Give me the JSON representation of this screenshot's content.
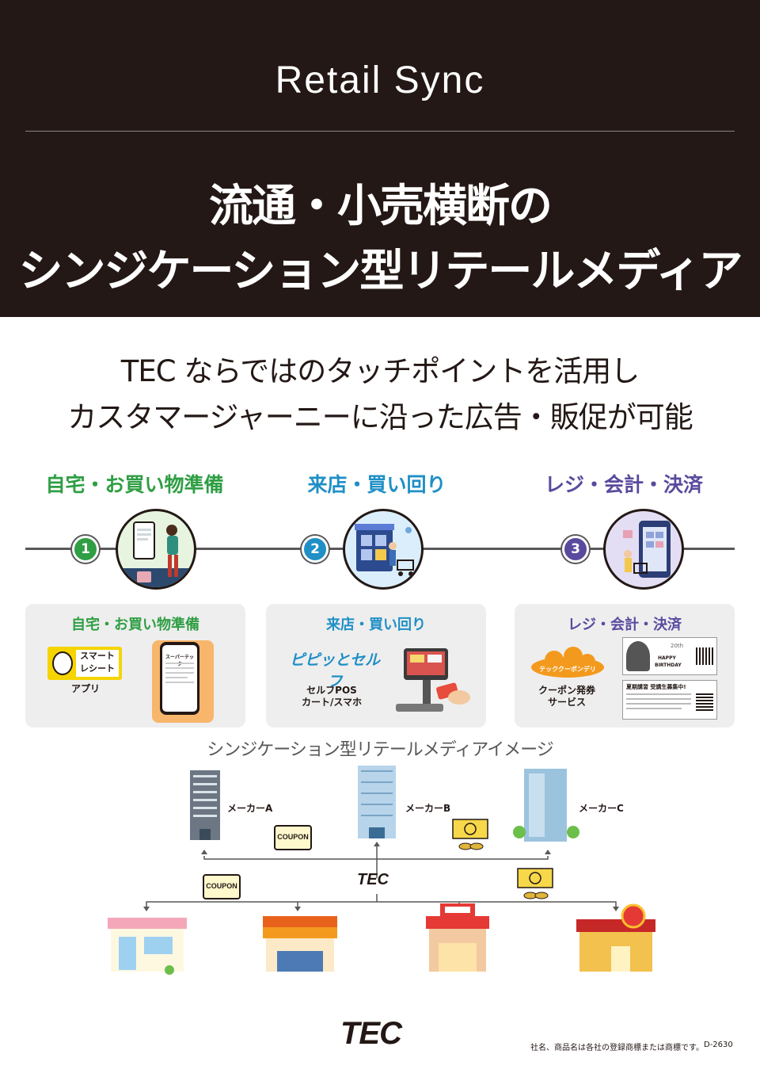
{
  "header": {
    "brand": "Retail Sync",
    "title_line1": "流通・小売横断の",
    "title_line2": "シンジケーション型リテールメディア"
  },
  "lead": {
    "line1": "TEC ならではのタッチポイントを活用し",
    "line2": "カスタマージャーニーに沿った広告・販促が可能"
  },
  "stages": [
    {
      "number": "1",
      "label": "自宅・お買い物準備",
      "color": "#2f9e44"
    },
    {
      "number": "2",
      "label": "来店・買い回り",
      "color": "#1f8fc6"
    },
    {
      "number": "3",
      "label": "レジ・会計・決済",
      "color": "#5a4a9e"
    }
  ],
  "cards": {
    "card1": {
      "title": "自宅・お買い物準備",
      "logo_text": "スマート\nレシート",
      "caption": "アプリ",
      "phone_store": "スーパーテック"
    },
    "card2": {
      "title": "来店・買い回り",
      "logo_text": "ピピッとセルフ",
      "caption_line1": "セルフPOS",
      "caption_line2": "カート/スマホ"
    },
    "card3": {
      "title": "レジ・会計・決済",
      "cloud_text": "テッククーポンデリ",
      "caption_line1": "クーポン発券",
      "caption_line2": "サービス",
      "receipt_text1": "HAPPY",
      "receipt_text2": "BIRTHDAY",
      "receipt_num": "20th",
      "receipt2_title": "夏期講習 受講生募集中!"
    }
  },
  "diagram": {
    "title": "シンジケーション型リテールメディアイメージ",
    "makers": [
      "メーカーA",
      "メーカーB",
      "メーカーC"
    ],
    "center": "TEC",
    "coupon_label": "COUPON"
  },
  "footer": {
    "logo": "TEC",
    "note": "社名、商品名は各社の登録商標または商標です。",
    "code": "D-2630"
  }
}
